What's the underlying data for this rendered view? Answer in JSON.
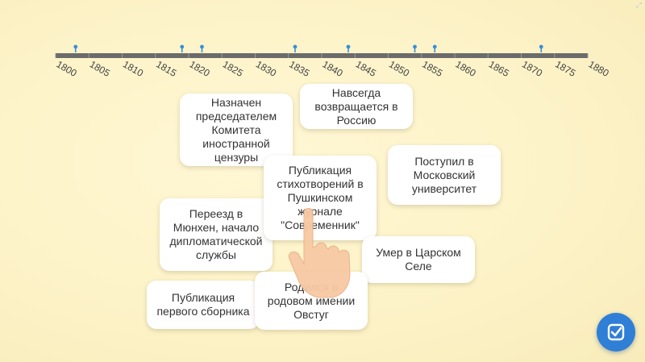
{
  "timeline": {
    "ticks": [
      "1800",
      "1805",
      "1810",
      "1815",
      "1820",
      "1825",
      "1830",
      "1835",
      "1840",
      "1845",
      "1850",
      "1855",
      "1860",
      "1865",
      "1870",
      "1875",
      "1880"
    ],
    "marker_years": [
      1803,
      1819,
      1822,
      1836,
      1844,
      1854,
      1857,
      1873
    ]
  },
  "cards": [
    {
      "id": "committee",
      "text": "Назначен председателем Комитета иностранной цензуры"
    },
    {
      "id": "return-russia",
      "text": "Навсегда возвращается в Россию"
    },
    {
      "id": "university",
      "text": "Поступил в Московский университет"
    },
    {
      "id": "sovremennik",
      "text": "Публикация стихотворений в Пушкинском журнале \"Современник\""
    },
    {
      "id": "munich",
      "text": "Переезд в Мюнхен, начало дипломатической службы"
    },
    {
      "id": "death",
      "text": "Умер в Царском Селе"
    },
    {
      "id": "first-collection",
      "text": "Публикация первого сборника"
    },
    {
      "id": "birth",
      "text": "Родился в родовом имении Овстуг"
    }
  ],
  "colors": {
    "background": "#fdf6cf",
    "timeline_bar": "#6b6b6b",
    "marker": "#3a8fd8",
    "accent": "#2f7fd6"
  },
  "icons": {
    "check_button": "check-icon",
    "hand": "pointing-hand-icon",
    "corner": "fullscreen-icon"
  }
}
